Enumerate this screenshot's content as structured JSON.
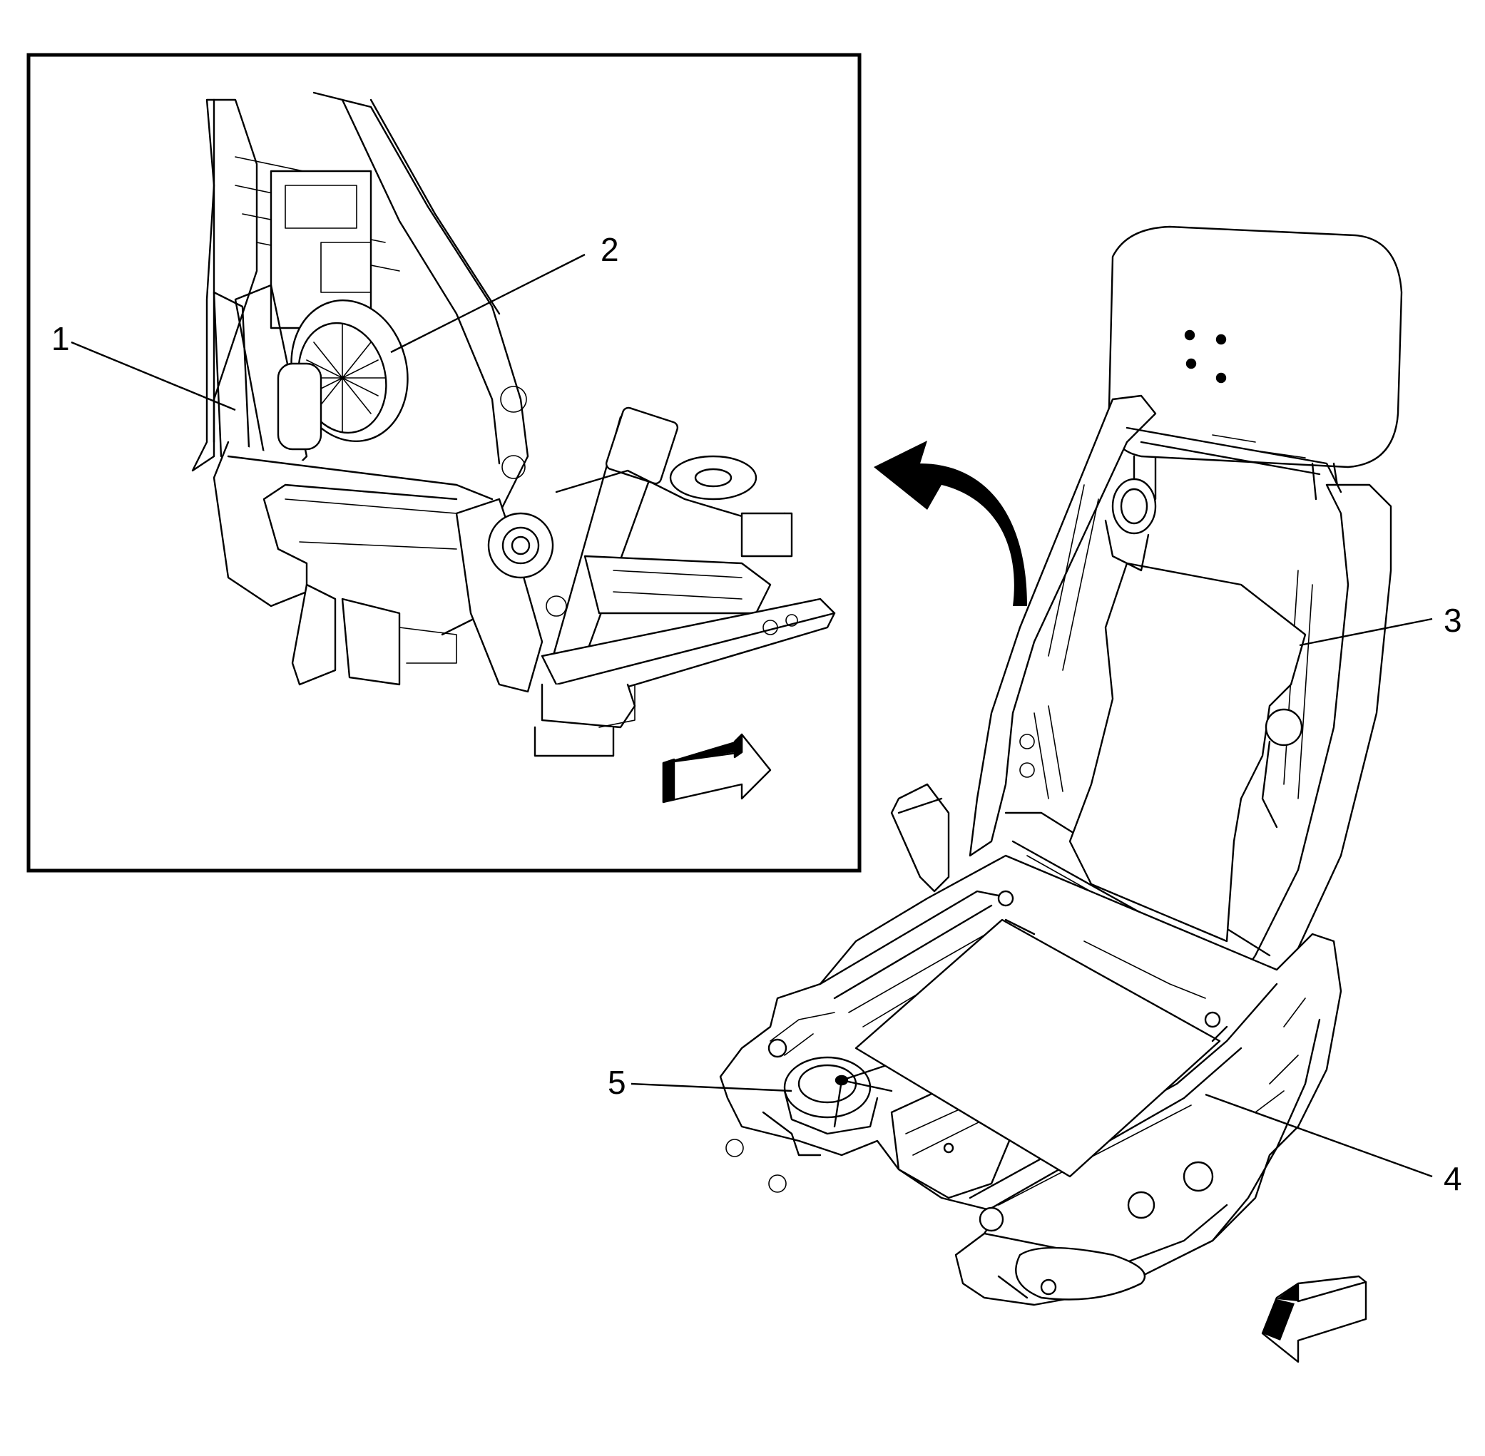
{
  "diagram": {
    "callouts": [
      {
        "id": "1",
        "label": "1"
      },
      {
        "id": "2",
        "label": "2"
      },
      {
        "id": "3",
        "label": "3"
      },
      {
        "id": "4",
        "label": "4"
      },
      {
        "id": "5",
        "label": "5"
      }
    ],
    "icons": {
      "rotation_arrow": "curved-arrow-icon",
      "inset_direction": "forward-arrow-icon",
      "main_direction": "front-arrow-icon"
    },
    "colors": {
      "line": "#000000",
      "background": "#ffffff",
      "arrow_shade": "#000000"
    }
  }
}
